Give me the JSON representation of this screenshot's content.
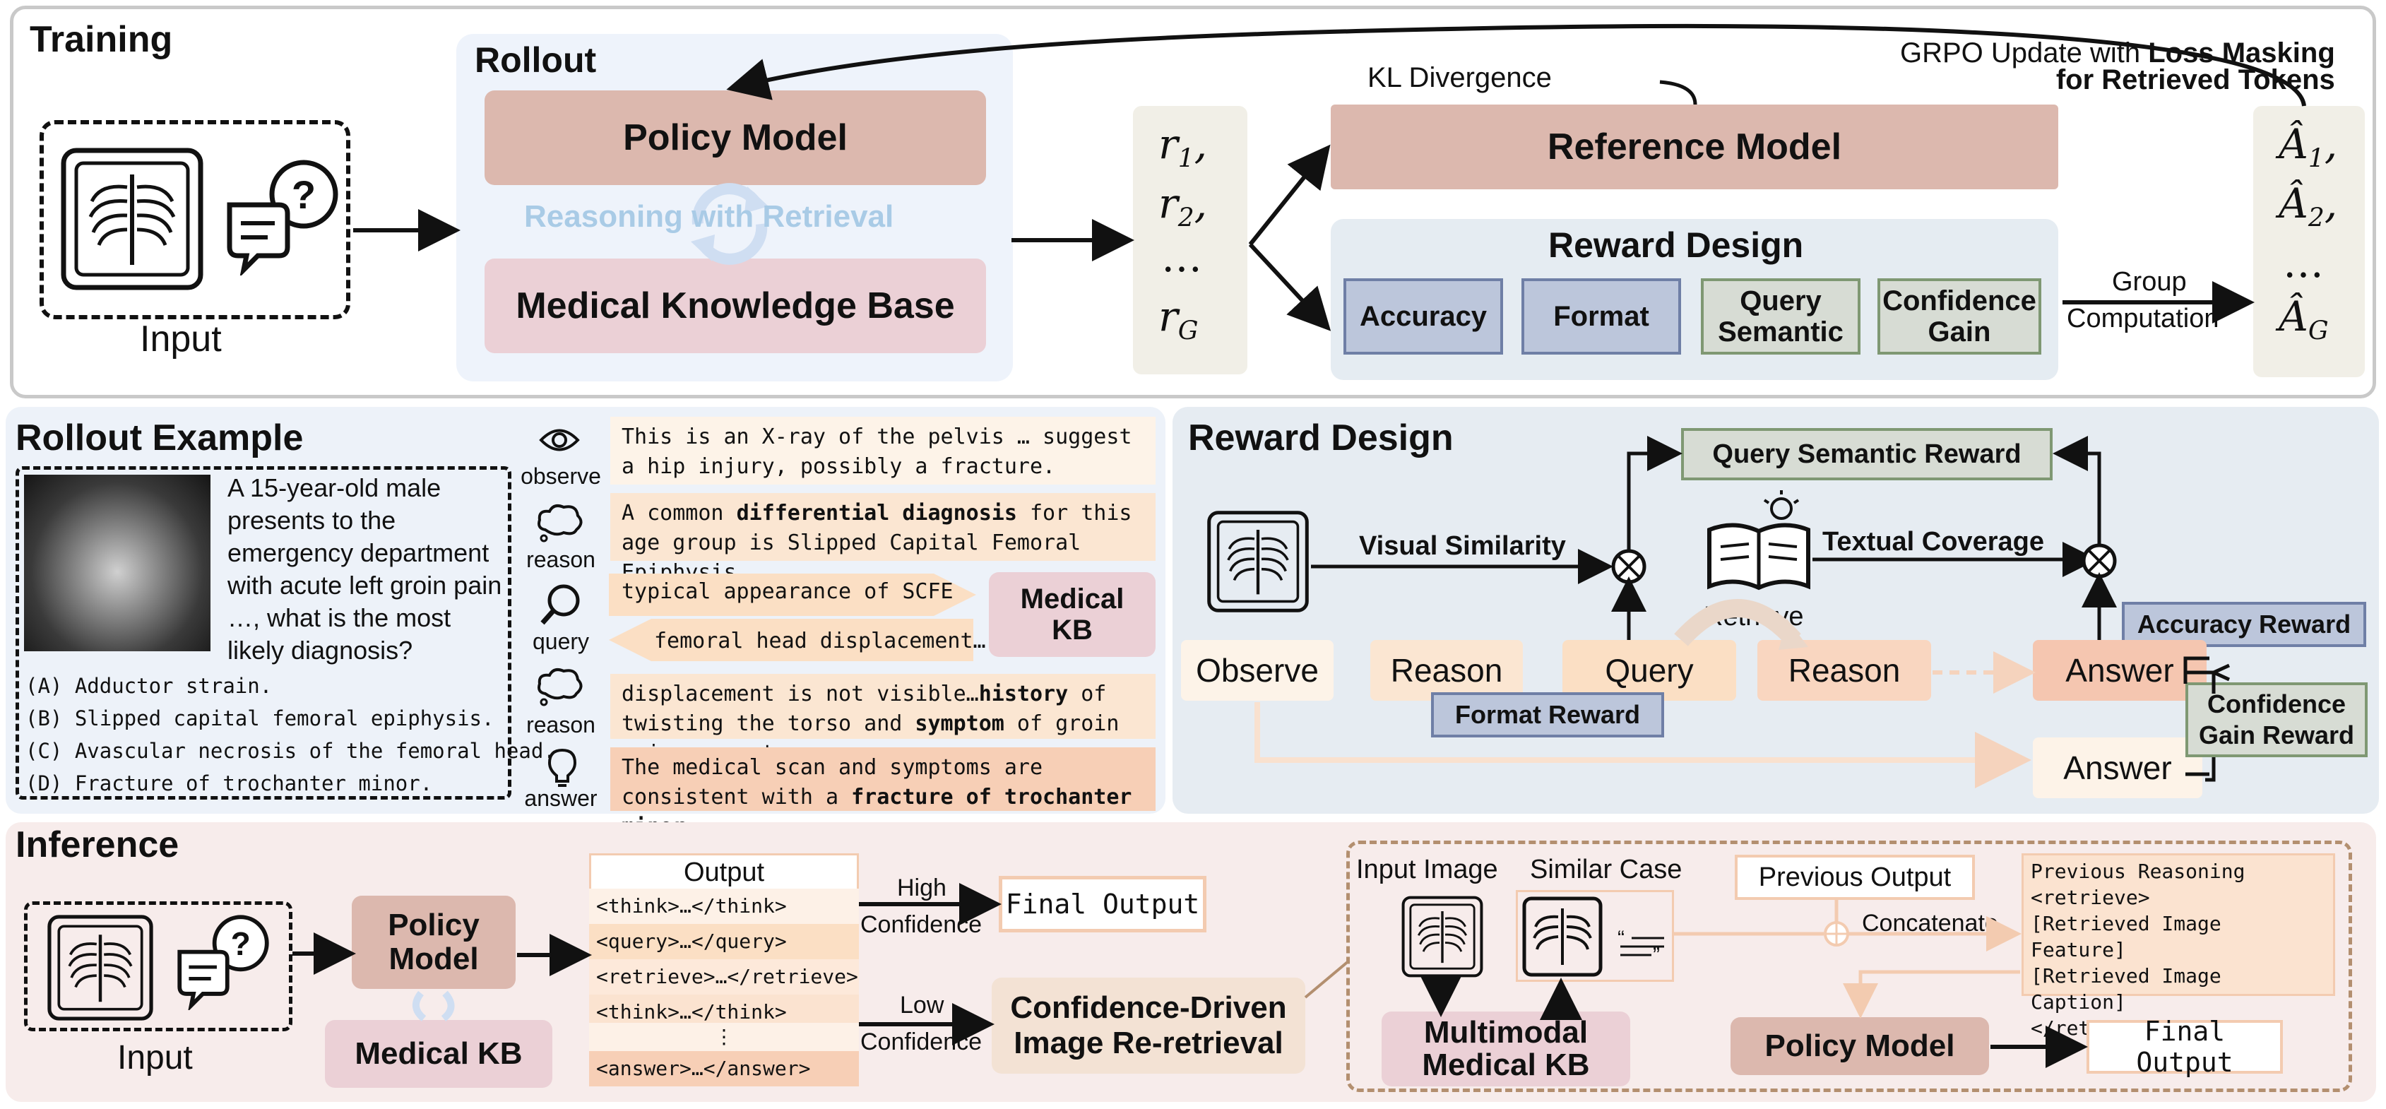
{
  "training": {
    "title": "Training",
    "input_label": "Input",
    "rollout_title": "Rollout",
    "policy_model": "Policy Model",
    "reasoning_with_retrieval": "Reasoning with Retrieval",
    "medical_kb": "Medical Knowledge Base",
    "rewards": [
      "r",
      "r",
      "…",
      "r"
    ],
    "reward_subs": [
      "1",
      "2",
      "",
      "G"
    ],
    "kl_divergence": "KL Divergence",
    "grpo_update_prefix": "GRPO Update with ",
    "grpo_update_bold": "Loss Masking",
    "grpo_update_line2": "for Retrieved Tokens",
    "reference_model": "Reference Model",
    "reward_design_title": "Reward Design",
    "reward_types": [
      "Accuracy",
      "Format",
      "Query Semantic",
      "Confidence Gain"
    ],
    "group_computation_1": "Group",
    "group_computation_2": "Computation",
    "advantages": [
      "Â",
      "Â",
      "…",
      "Â"
    ],
    "advantage_subs": [
      "1",
      "2",
      "",
      "G"
    ]
  },
  "rollout_example": {
    "title": "Rollout Example",
    "question": "A 15-year-old male presents to the emergency department with acute left groin pain …, what is the most likely diagnosis?",
    "options": [
      "(A)  Adductor strain.",
      "(B)  Slipped capital femoral epiphysis.",
      "(C)  Avascular necrosis of the femoral head.",
      "(D)  Fracture of trochanter minor."
    ],
    "steps": [
      "observe",
      "reason",
      "query",
      "reason",
      "answer"
    ],
    "observe_text": "This is an X-ray of the pelvis … suggest a hip injury, possibly a fracture.",
    "reason1_pre": "A common ",
    "reason1_bold": "differential diagnosis",
    "reason1_post": " for this age group is Slipped Capital Femoral Epiphysis…",
    "query_out": "typical appearance of SCFE",
    "query_in": "femoral head displacement…",
    "medical_kb_1": "Medical",
    "medical_kb_2": "KB",
    "reason2_a": "displacement is not visible…",
    "reason2_b": "history",
    "reason2_c": " of twisting the torso and ",
    "reason2_d": "symptom",
    "reason2_e": " of groin pain suggest…",
    "answer_pre": "The medical scan and symptoms are consistent with a ",
    "answer_bold": "fracture of trochanter minor"
  },
  "reward_design": {
    "title": "Reward Design",
    "query_semantic_reward": "Query Semantic Reward",
    "visual_similarity": "Visual Similarity",
    "textual_coverage": "Textual Coverage",
    "retrieve": "Retrieve",
    "accuracy_reward": "Accuracy Reward",
    "format_reward": "Format Reward",
    "confidence_gain_1": "Confidence",
    "confidence_gain_2": "Gain Reward",
    "pipeline": [
      "Observe",
      "Reason",
      "Query",
      "Reason",
      "Answer"
    ],
    "answer_alt": "Answer"
  },
  "inference": {
    "title": "Inference",
    "input_label": "Input",
    "policy_model_1": "Policy",
    "policy_model_2": "Model",
    "medical_kb": "Medical  KB",
    "output_title": "Output",
    "output_rows": [
      "<think>…</think>",
      "<query>…</query>",
      "<retrieve>…</retrieve>",
      "<think>…</think>",
      "⋮",
      "<answer>…</answer>"
    ],
    "high": "High",
    "confidence": "Confidence",
    "low": "Low",
    "final_output": "Final Output",
    "cd_retrieval_1": "Confidence-Driven",
    "cd_retrieval_2": "Image Re-retrieval",
    "input_image": "Input Image",
    "similar_case": "Similar Case",
    "multimodal_kb_1": "Multimodal",
    "multimodal_kb_2": "Medical KB",
    "previous_output": "Previous Output",
    "concatenate": "Concatenate",
    "concat_rows": [
      "Previous Reasoning",
      "<retrieve>",
      "[Retrieved Image Feature]",
      "[Retrieved Image Caption]",
      "</retrieve>"
    ],
    "policy_model": "Policy Model",
    "final_output_2": "Final Output"
  }
}
